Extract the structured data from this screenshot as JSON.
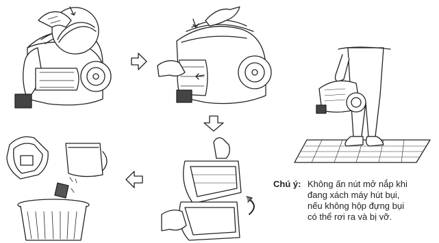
{
  "note": {
    "label": "Chú ý:",
    "lines": [
      "Không ấn nút mở nắp khi",
      "đang xách máy hút bụi,",
      "nếu không hộp đựng bụi",
      "có thể rơi ra và bị vỡ."
    ]
  },
  "illustrations": [
    "vacuum-with-hand-on-latch",
    "vacuum-removing-dust-box",
    "person-carrying-vacuum",
    "emptying-dust-box-into-bin",
    "opening-dust-box-lid"
  ],
  "arrows": [
    "arrow-right",
    "arrow-down",
    "arrow-left"
  ]
}
